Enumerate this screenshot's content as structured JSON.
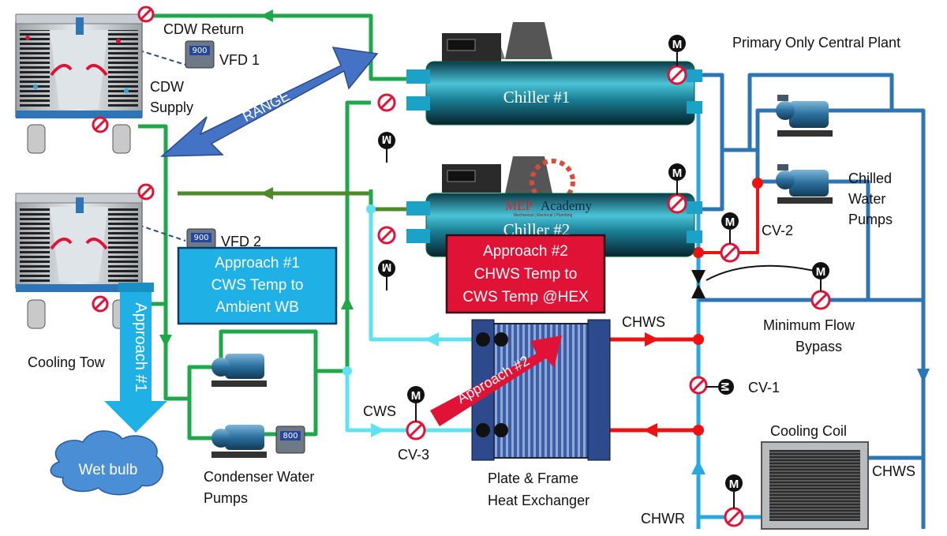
{
  "title": "Primary Only Central Plant",
  "colors": {
    "condenser_green": "#1fa84a",
    "dark_green": "#4f8a2a",
    "chilled_blue": "#2e75b6",
    "light_blue": "#29a8e0",
    "cyan": "#5fe3f0",
    "hot_red": "#ee1111",
    "approach1_bg": "#1fb1e6",
    "approach2_bg": "#e01336",
    "range_arrow": "#4472c4",
    "wetbulb_cloud": "#4a8fd6"
  },
  "labels": {
    "cdw_return": "CDW Return",
    "vfd1": "VFD 1",
    "vfd2": "VFD 2",
    "cdw_supply_1": "CDW",
    "cdw_supply_2": "Supply",
    "range": "RANGE",
    "chiller1": "Chiller #1",
    "chiller2": "Chiller #2",
    "brand_mep": "MEP",
    "brand_academy": "Academy",
    "brand_sub": "Mechanical | Electrical | Plumbing",
    "chilled_water_pumps_1": "Chilled",
    "chilled_water_pumps_2": "Water",
    "chilled_water_pumps_3": "Pumps",
    "cv2": "CV-2",
    "min_flow_1": "Minimum Flow",
    "min_flow_2": "Bypass",
    "chws_top": "CHWS",
    "cv1": "CV-1",
    "cooling_coil": "Cooling Coil",
    "chws_right": "CHWS",
    "chwr": "CHWR",
    "cooling_tower": "Cooling Tow",
    "wet_bulb": "Wet bulb",
    "condenser_pumps_1": "Condenser Water",
    "condenser_pumps_2": "Pumps",
    "cws": "CWS",
    "cv3": "CV-3",
    "hex_1": "Plate & Frame",
    "hex_2": "Heat Exchanger",
    "approach1_box": [
      "Approach #1",
      "CWS Temp to",
      "Ambient WB"
    ],
    "approach2_box": [
      "Approach #2",
      "CHWS Temp to",
      "CWS Temp @HEX"
    ],
    "approach1_arrow": "Approach #1",
    "approach2_arrow": "Approach #2",
    "vfd_display_1": "900",
    "vfd_display_2": "900",
    "vfd_display_pump": "800",
    "motor_m": "M"
  }
}
